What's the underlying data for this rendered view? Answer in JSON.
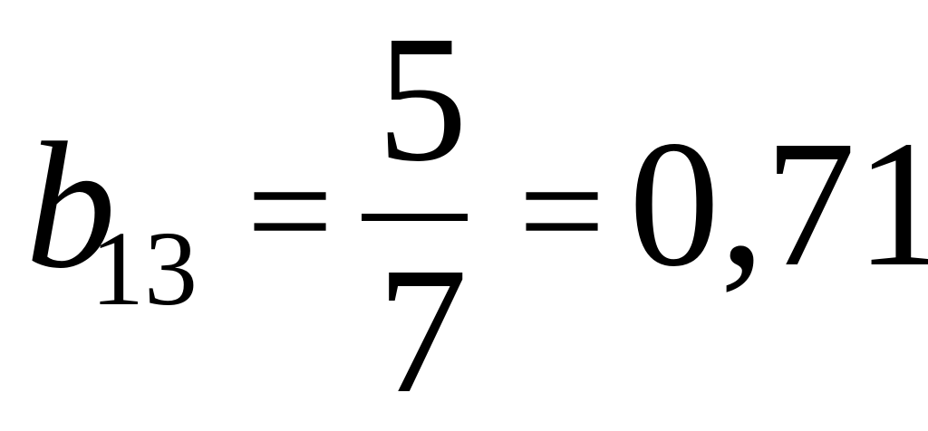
{
  "formula": {
    "variable": "b",
    "subscript": "13",
    "equals_1": "=",
    "numerator": "5",
    "denominator": "7",
    "equals_2": "=",
    "result": "0,71"
  }
}
